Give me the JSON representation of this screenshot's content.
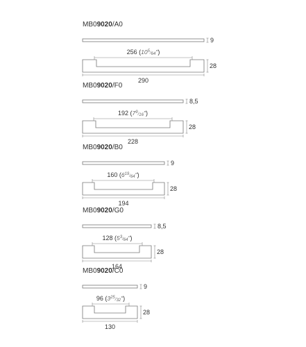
{
  "colors": {
    "outline": "#777777",
    "dimline": "#888888",
    "text": "#333333",
    "imperial": "#666666"
  },
  "handles": [
    {
      "code_prefix": "MB0",
      "code_bold": "9020",
      "code_suffix": "/A0",
      "thickness": "9",
      "hole_distance": "256",
      "imperial_whole": "10",
      "imperial_num": "5",
      "imperial_den": "64",
      "height": "28",
      "length": "290"
    },
    {
      "code_prefix": "MB0",
      "code_bold": "9020",
      "code_suffix": "/F0",
      "thickness": "8,5",
      "hole_distance": "192",
      "imperial_whole": "7",
      "imperial_num": "9",
      "imperial_den": "16",
      "height": "28",
      "length": "228"
    },
    {
      "code_prefix": "MB0",
      "code_bold": "9020",
      "code_suffix": "/B0",
      "thickness": "9",
      "hole_distance": "160",
      "imperial_whole": "6",
      "imperial_num": "19",
      "imperial_den": "64",
      "height": "28",
      "length": "194"
    },
    {
      "code_prefix": "MB0",
      "code_bold": "9020",
      "code_suffix": "/G0",
      "thickness": "8,5",
      "hole_distance": "128",
      "imperial_whole": "5",
      "imperial_num": "3",
      "imperial_den": "64",
      "height": "28",
      "length": "164"
    },
    {
      "code_prefix": "MB0",
      "code_bold": "9020",
      "code_suffix": "/C0",
      "thickness": "9",
      "hole_distance": "96",
      "imperial_whole": "3",
      "imperial_num": "25",
      "imperial_den": "32",
      "height": "28",
      "length": "130"
    }
  ]
}
